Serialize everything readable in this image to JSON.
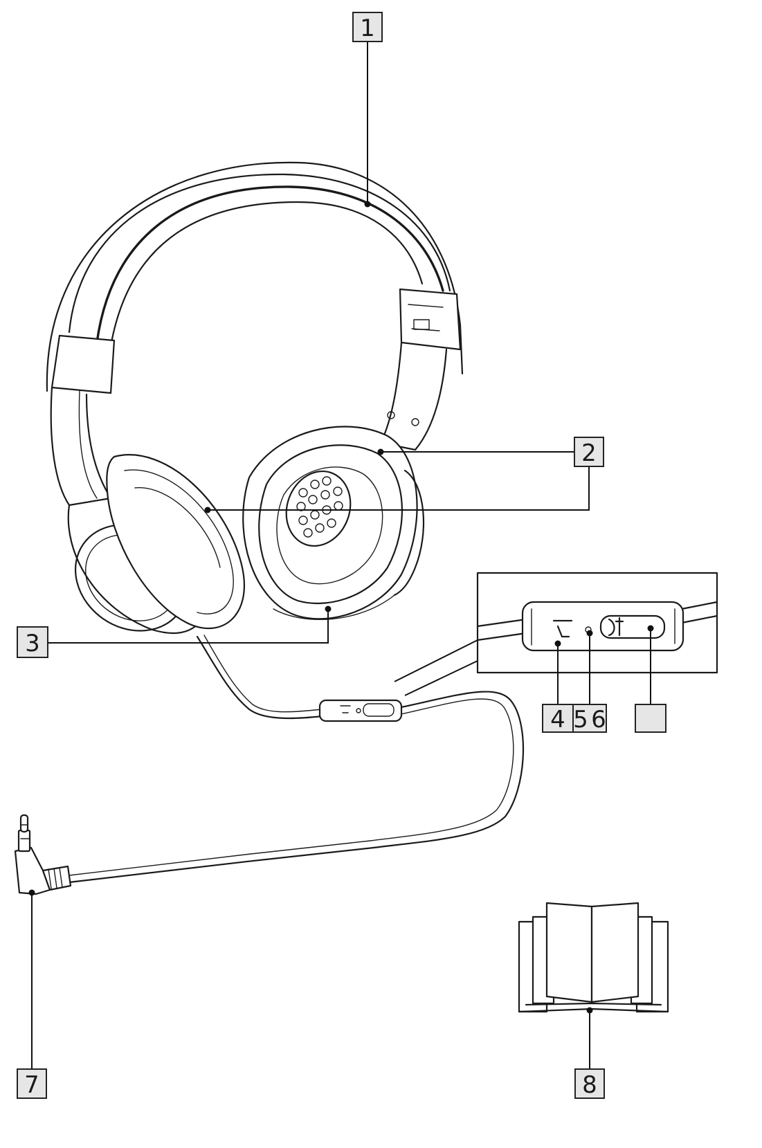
{
  "callouts": {
    "c1": "1",
    "c2": "2",
    "c3": "3",
    "c4": "4",
    "c5": "5",
    "c6": "6",
    "c7": "7",
    "c8": "8",
    "c_blank": ""
  },
  "colors": {
    "line": "#1a1a1a",
    "callout_fill": "#e6e6e6",
    "background": "#ffffff"
  }
}
